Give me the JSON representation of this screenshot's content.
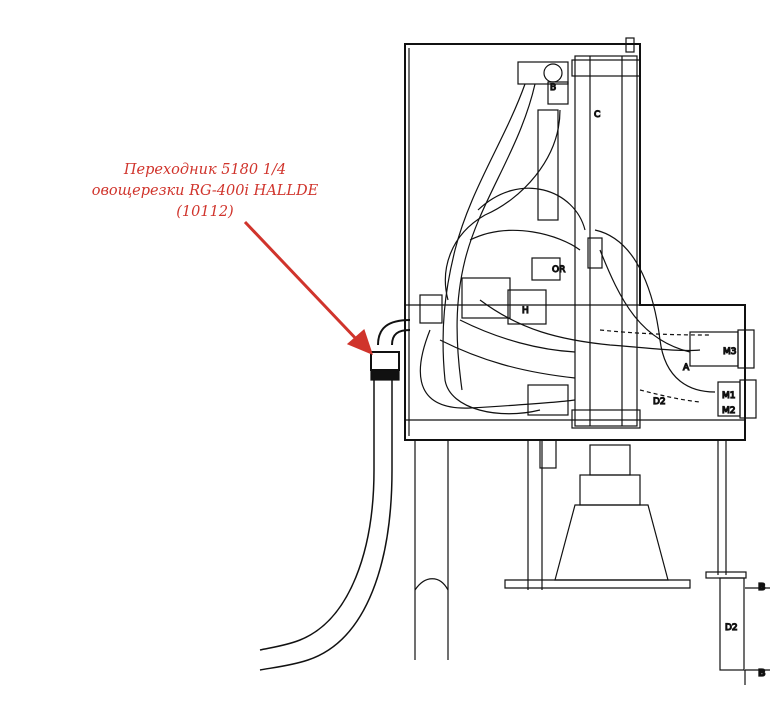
{
  "annotation": {
    "lines": [
      "Переходник 5180 1/4",
      "овощерезки RG-400i HALLDE",
      "(10112)"
    ],
    "color": "#d0342c"
  },
  "labels": {
    "b_top": "B",
    "c": "C",
    "or": "OR",
    "h": "H",
    "a": "A",
    "d2_mid": "D2",
    "m3": "M3",
    "m1": "M1",
    "m2": "M2",
    "b_right_top": "B",
    "d2_bottom": "D2",
    "b_right_bottom": "B"
  },
  "colors": {
    "line": "#111111",
    "arrow": "#d0342c"
  }
}
